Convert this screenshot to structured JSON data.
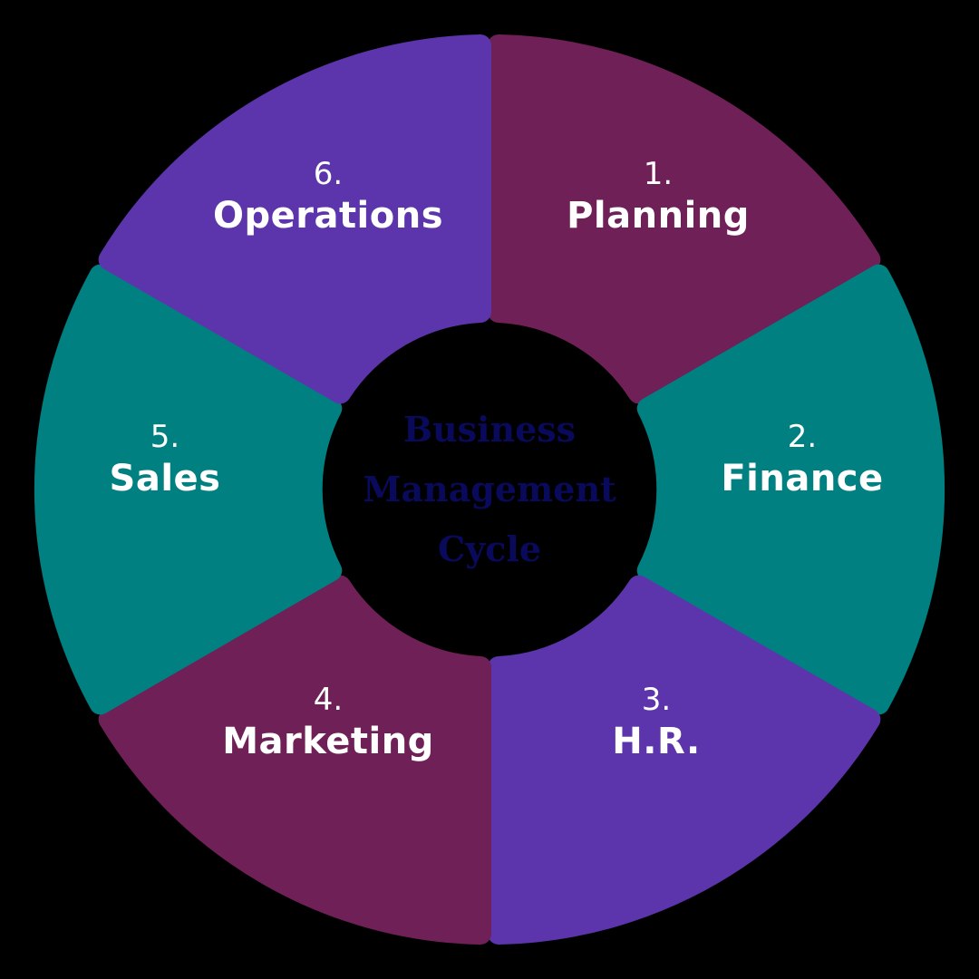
{
  "center": {
    "line1": "Business",
    "line2": "Management",
    "line3": "Cycle",
    "color": "#0a0a5c"
  },
  "segments": [
    {
      "num": "1.",
      "name": "Planning",
      "color": "#6e2057"
    },
    {
      "num": "2.",
      "name": "Finance",
      "color": "#008080"
    },
    {
      "num": "3.",
      "name": "H.R.",
      "color": "#5c35ad"
    },
    {
      "num": "4.",
      "name": "Marketing",
      "color": "#6e2057"
    },
    {
      "num": "5.",
      "name": "Sales",
      "color": "#008080"
    },
    {
      "num": "6.",
      "name": "Operations",
      "color": "#5c35ad"
    }
  ],
  "background": "#000000"
}
